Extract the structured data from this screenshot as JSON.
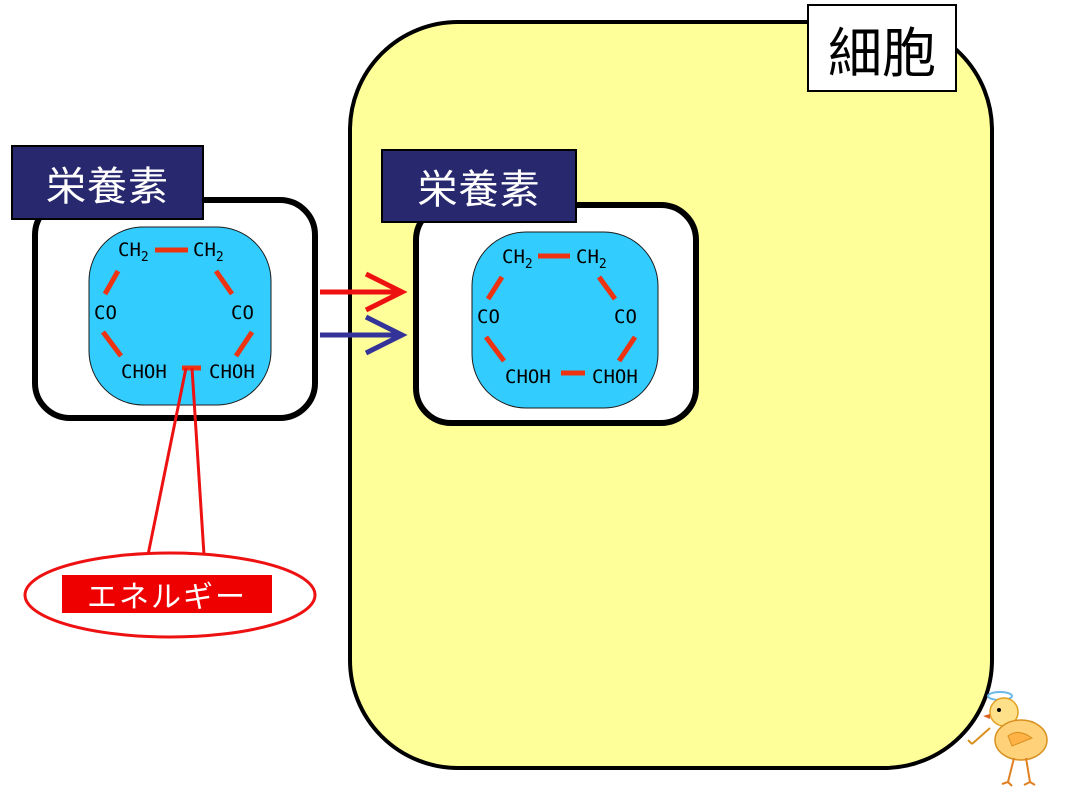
{
  "cell": {
    "label": "細胞",
    "fill_color": "#ffff99"
  },
  "nutrient_outside": {
    "label": "栄養素",
    "molecule": {
      "groups": [
        "CH2",
        "CH2",
        "CO",
        "CO",
        "CHOH",
        "CHOH"
      ]
    }
  },
  "nutrient_inside": {
    "label": "栄養素",
    "molecule": {
      "groups": [
        "CH2",
        "CH2",
        "CO",
        "CO",
        "CHOH",
        "CHOH"
      ]
    }
  },
  "energy": {
    "label": "エネルギー",
    "color": "#ee0000"
  },
  "arrows": [
    {
      "color": "#ee1111",
      "direction": "right"
    },
    {
      "color": "#333399",
      "direction": "right"
    }
  ],
  "colors": {
    "molecule_fill": "#33ccff",
    "bond": "#ee3311",
    "label_bg": "#28286e"
  }
}
